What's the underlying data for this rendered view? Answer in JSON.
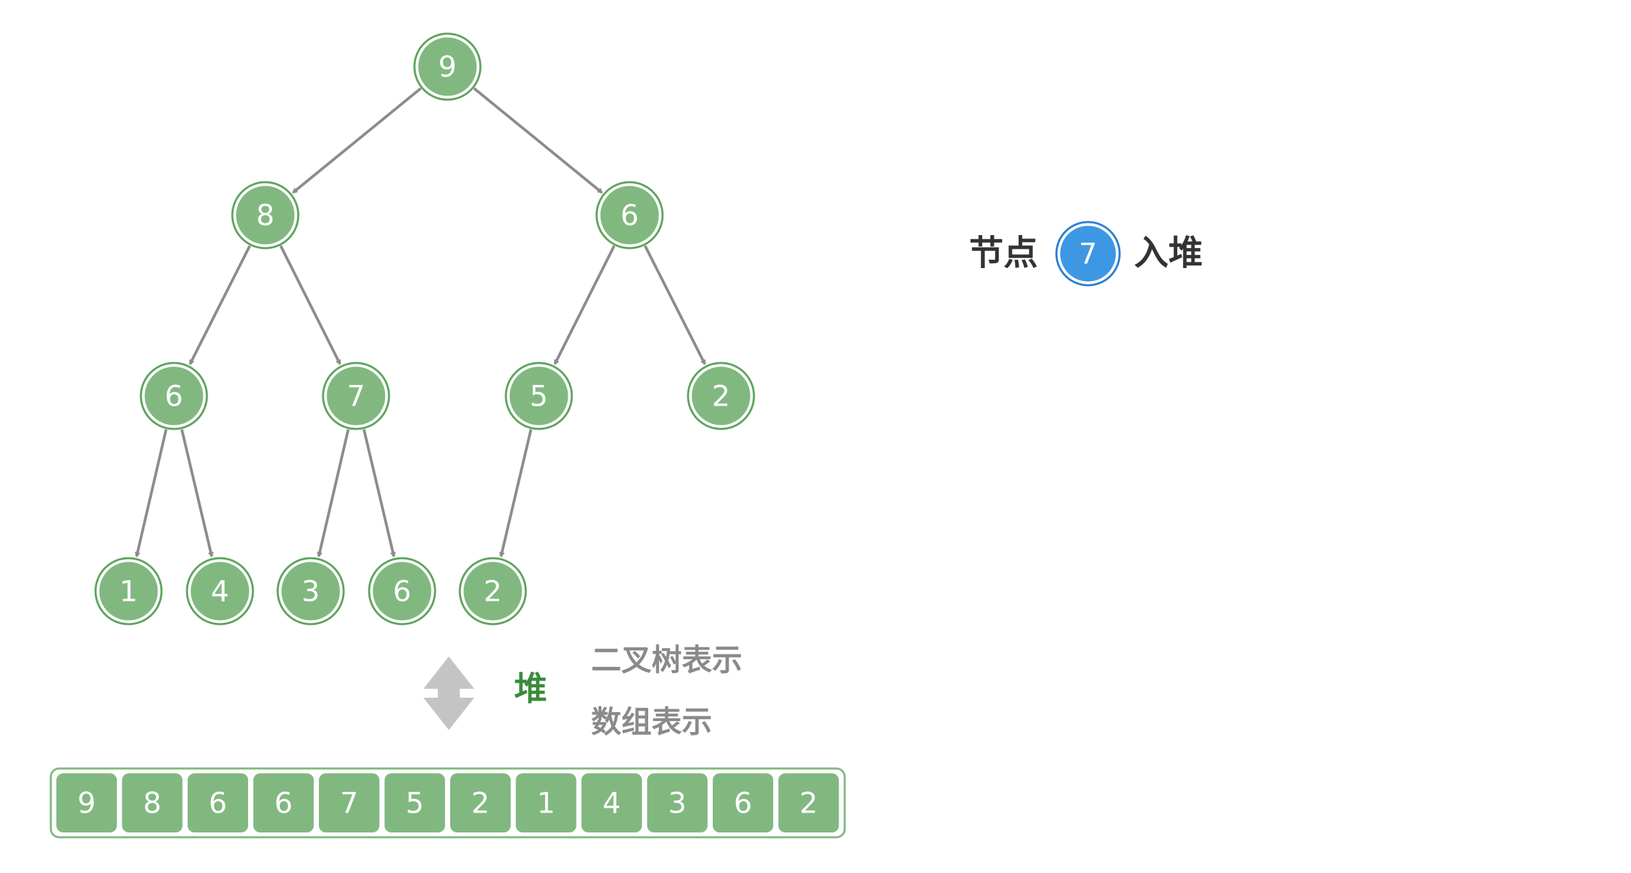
{
  "colors": {
    "node_fill": "#81b880",
    "node_ring": "#5ea45d",
    "edge": "#8c8c8c",
    "new_node_fill": "#3d97e3",
    "new_node_ring": "#2a7fcf",
    "heap_label": "#3b8a3b",
    "gray_label": "#8a8a8a",
    "arrow_icon": "#c4c4c4"
  },
  "tree": {
    "nodes": [
      {
        "id": "n0",
        "value": "9"
      },
      {
        "id": "n1",
        "value": "8"
      },
      {
        "id": "n2",
        "value": "6"
      },
      {
        "id": "n3",
        "value": "6"
      },
      {
        "id": "n4",
        "value": "7"
      },
      {
        "id": "n5",
        "value": "5"
      },
      {
        "id": "n6",
        "value": "2"
      },
      {
        "id": "n7",
        "value": "1"
      },
      {
        "id": "n8",
        "value": "4"
      },
      {
        "id": "n9",
        "value": "3"
      },
      {
        "id": "n10",
        "value": "6"
      },
      {
        "id": "n11",
        "value": "2"
      }
    ],
    "edges": [
      [
        "n0",
        "n1"
      ],
      [
        "n0",
        "n2"
      ],
      [
        "n1",
        "n3"
      ],
      [
        "n1",
        "n4"
      ],
      [
        "n2",
        "n5"
      ],
      [
        "n2",
        "n6"
      ],
      [
        "n3",
        "n7"
      ],
      [
        "n3",
        "n8"
      ],
      [
        "n4",
        "n9"
      ],
      [
        "n4",
        "n10"
      ],
      [
        "n5",
        "n11"
      ]
    ]
  },
  "labels": {
    "heap": "堆",
    "tree_repr": "二叉树表示",
    "array_repr": "数组表示"
  },
  "array": [
    "9",
    "8",
    "6",
    "6",
    "7",
    "5",
    "2",
    "1",
    "4",
    "3",
    "6",
    "2"
  ],
  "caption": {
    "prefix": "节点",
    "node_value": "7",
    "suffix": "入堆"
  }
}
